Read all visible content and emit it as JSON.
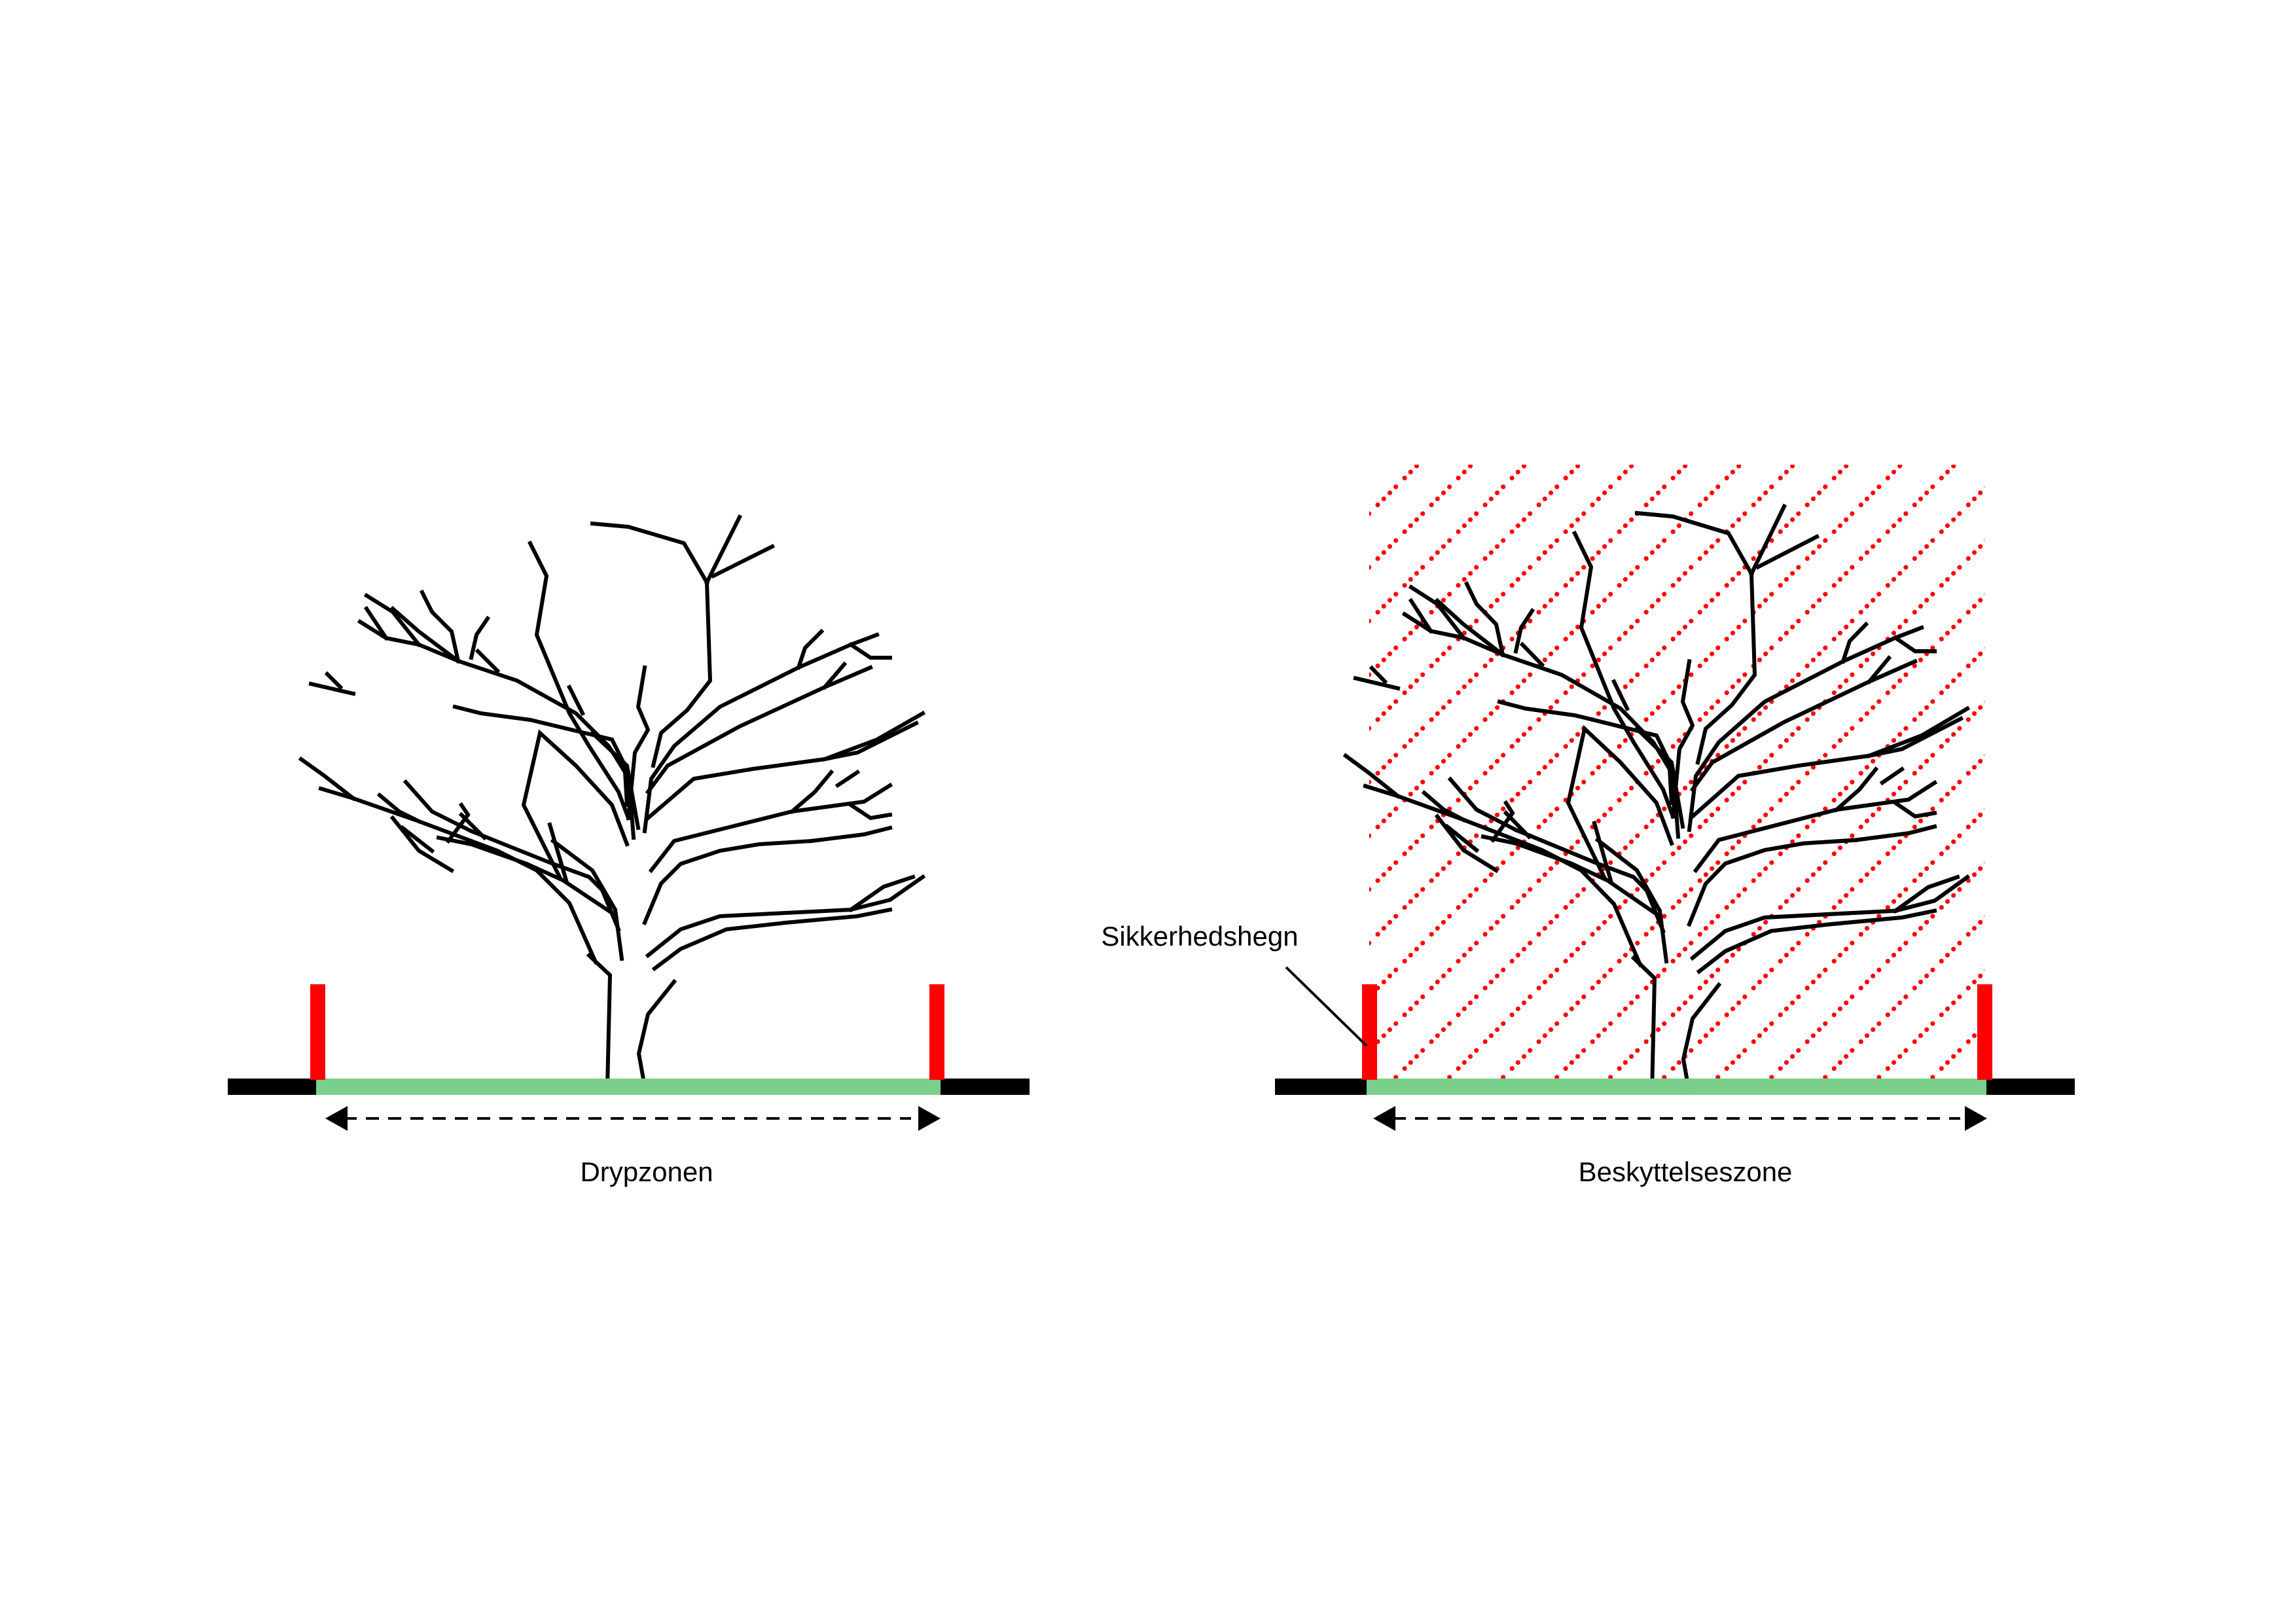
{
  "labels": {
    "left_zone": "Drypzonen",
    "right_zone": "Beskyttelseszone",
    "fence": "Sikkerhedshegn"
  },
  "colors": {
    "ground": "#000000",
    "zone": "#7bcf8c",
    "fence": "#ff0000",
    "hatch": "#ff0000",
    "tree": "#000000"
  }
}
